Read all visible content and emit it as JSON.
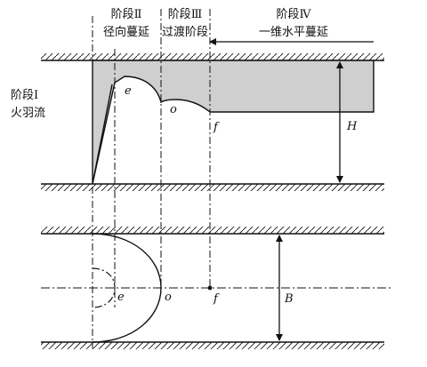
{
  "labels": {
    "stage1": "阶段Ⅰ",
    "stage1_desc": "火羽流",
    "stage2": "阶段Ⅱ",
    "stage2_desc": "径向蔓延",
    "stage3": "阶段Ⅲ",
    "stage3_desc": "过渡阶段",
    "stage4": "阶段Ⅳ",
    "stage4_desc": "一维水平蔓延"
  },
  "points": {
    "e_top": "e",
    "o_top": "o",
    "f_top": "f",
    "e_bottom": "e",
    "o_bottom": "o",
    "f_bottom": "f"
  },
  "dimensions": {
    "height": "H",
    "width": "B"
  },
  "colors": {
    "fill": "#cfcfcf",
    "stroke": "#111111"
  }
}
